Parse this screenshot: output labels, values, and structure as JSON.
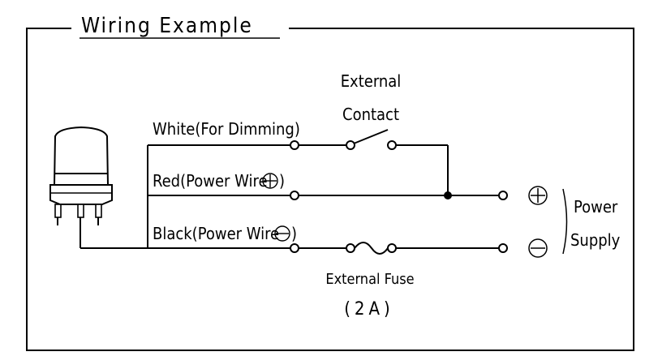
{
  "title": "Wiring Example",
  "wires": {
    "white": "White(For Dimming)",
    "red": "Red(Power Wire",
    "black": "Black(Power Wire"
  },
  "external_contact": [
    "External",
    "Contact"
  ],
  "external_fuse": "External Fuse",
  "fuse_rating": "(2A)",
  "power_supply": [
    "Power",
    "Supply"
  ],
  "symbols": {
    "plus": "plus-in-circle-icon",
    "minus": "minus-in-circle-icon"
  }
}
